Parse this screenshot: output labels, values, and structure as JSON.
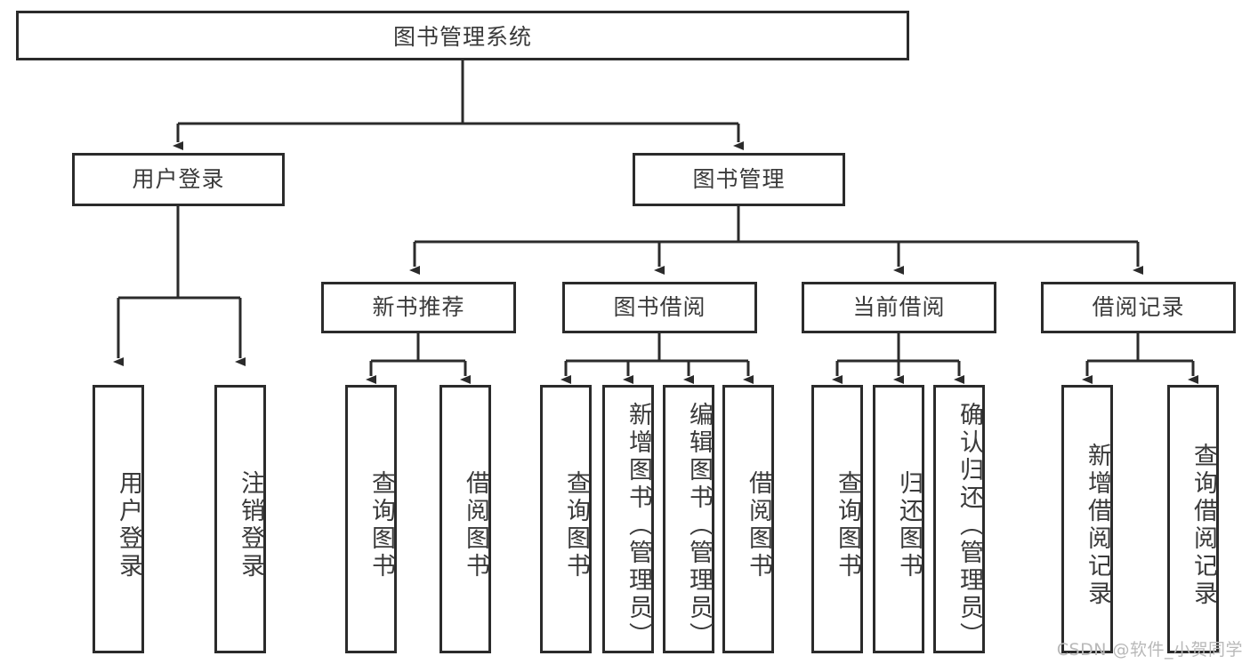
{
  "diagram": {
    "title": "图书管理系统",
    "watermark": "CSDN @软件_小贺同学",
    "stroke_color": "#2b2b2b",
    "text_color": "#3a3a3a",
    "background_color": "#ffffff",
    "root": {
      "label": "图书管理系统"
    },
    "level1": [
      {
        "label": "用户登录"
      },
      {
        "label": "图书管理"
      }
    ],
    "level2": [
      {
        "label": "新书推荐"
      },
      {
        "label": "图书借阅"
      },
      {
        "label": "当前借阅"
      },
      {
        "label": "借阅记录"
      }
    ],
    "leaves": {
      "user_login": [
        {
          "label": "用户登录"
        },
        {
          "label": "注销登录"
        }
      ],
      "new_book": [
        {
          "label": "查询图书"
        },
        {
          "label": "借阅图书"
        }
      ],
      "book_borrow": [
        {
          "label": "查询图书"
        },
        {
          "label": "新增图书（管理员）"
        },
        {
          "label": "编辑图书（管理员）"
        },
        {
          "label": "借阅图书"
        }
      ],
      "current_borrow": [
        {
          "label": "查询图书"
        },
        {
          "label": "归还图书"
        },
        {
          "label": "确认归还（管理员）"
        }
      ],
      "borrow_record": [
        {
          "label": "新增借阅记录"
        },
        {
          "label": "查询借阅记录"
        }
      ]
    }
  }
}
